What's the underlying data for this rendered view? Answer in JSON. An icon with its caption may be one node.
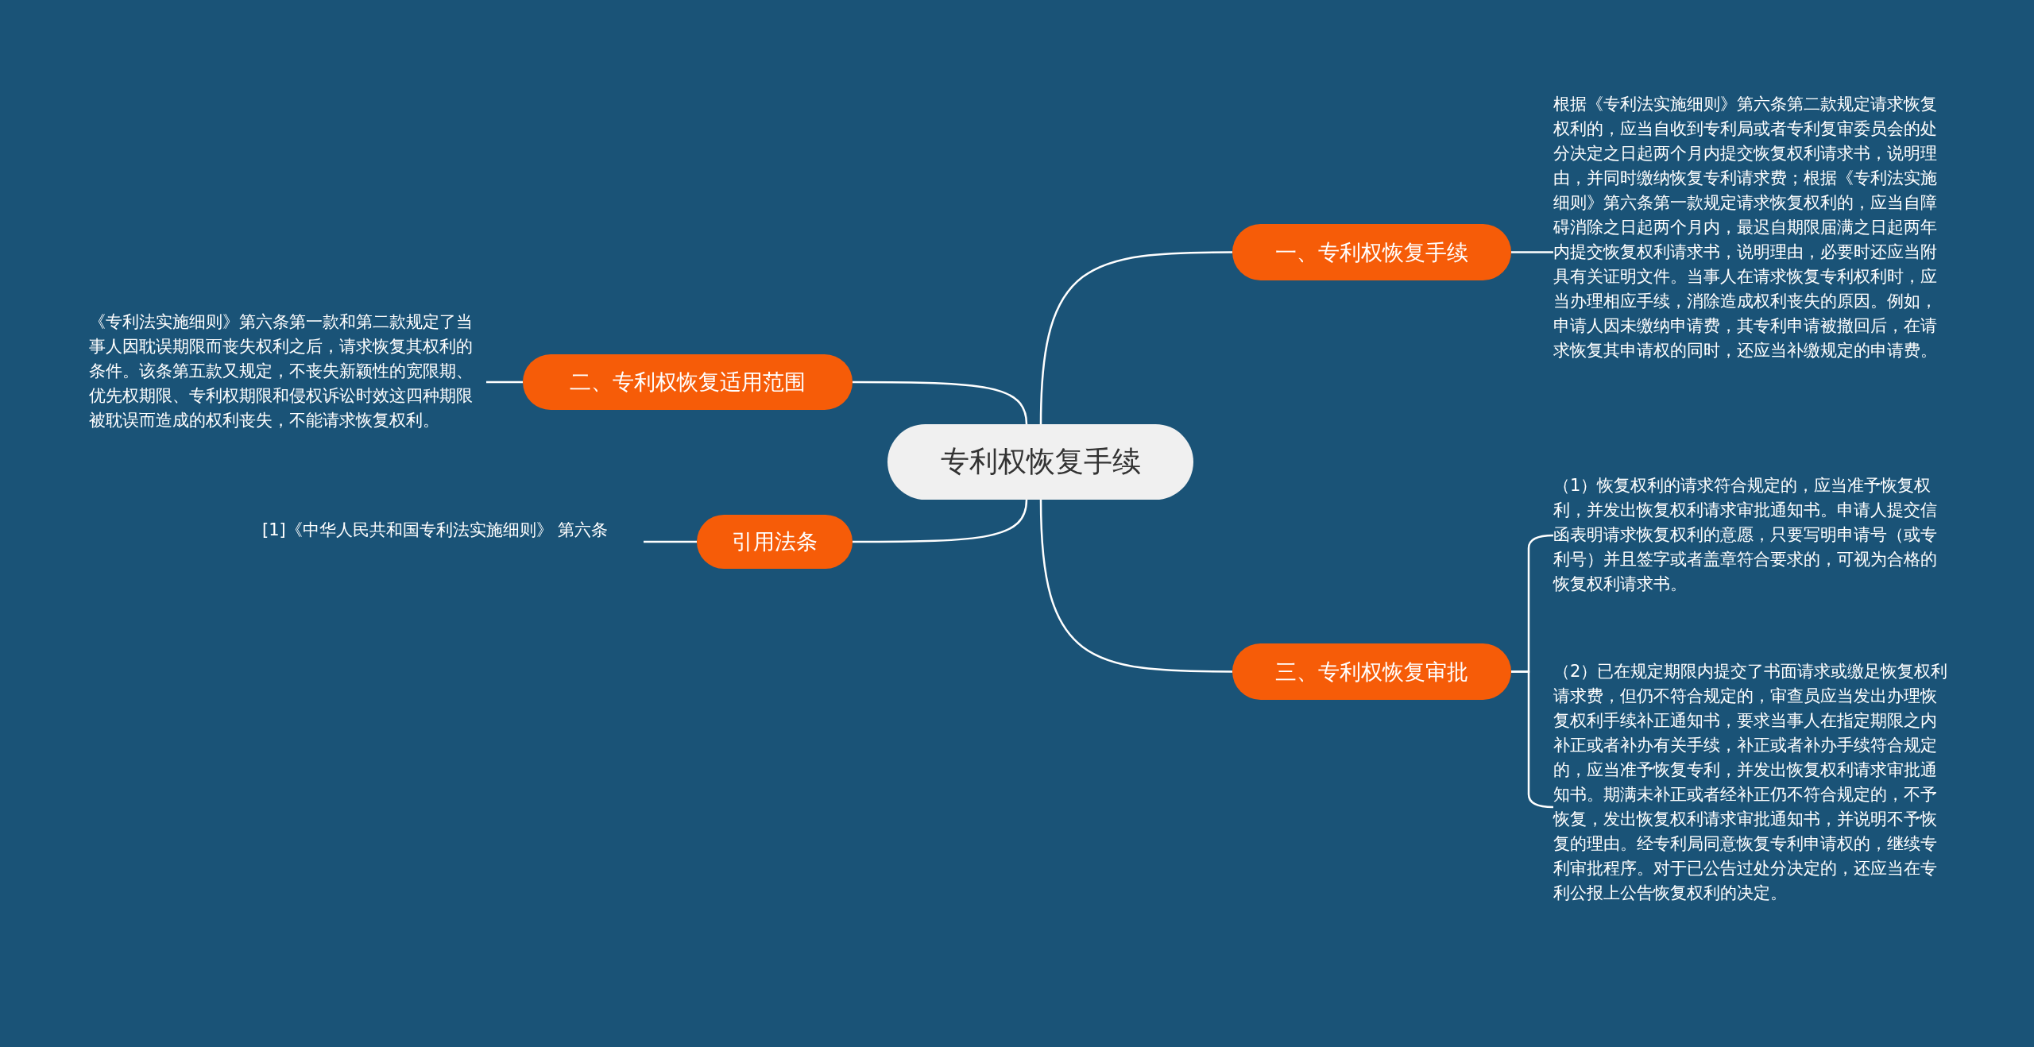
{
  "diagram": {
    "nodes": [
      {
        "text": [
          "专利权恢复手续"
        ]
      },
      {
        "text": [
          "一、专利权恢复手续"
        ]
      },
      {
        "text": [
          "根据《专利法实施细则》第六条第二款规定请求恢复权利的，应当自收到专利局或者专利复审委员会的处分决定之日起两个月内提交恢复权利请求书，说明理由，并同时缴纳恢复专利请求费；根据《专利法实施细则》第六条第一款规定请求恢复权利的，应当自障碍消除之日起两个月内，最迟自期限届满之日起两年内提交恢复权利请求书，说明理由，必要时还应当附具有关证明文件。当事人在请求恢复专利权利时，应当办理相应手续，消除造成权利丧失的原因。例如，申请人因未缴纳申请费，其专利申请被撤回后，在请求恢复其申请权的同时，还应当补缴规定的申请费。"
        ]
      },
      {
        "text": [
          "二、专利权恢复适用范围"
        ]
      },
      {
        "text": [
          "《专利法实施细则》第六条第一款和第二款规定了当事人因耽误期限而丧失权利之后，请求恢复其权利的条件。该条第五款又规定，不丧失新颖性的宽限期、优先权期限、专利权期限和侵权诉讼时效这四种期限被耽误而造成的权利丧失，不能请求恢复权利。"
        ]
      },
      {
        "text": [
          "引用法条"
        ]
      },
      {
        "text": [
          "[1]《中华人民共和国专利法实施细则》 第六条"
        ]
      },
      {
        "text": [
          "三、专利权恢复审批"
        ]
      },
      {
        "text": [
          "（1）恢复权利的请求符合规定的，应当准予恢复权利，并发出恢复权利请求审批通知书。申请人提交信函表明请求恢复权利的意愿，只要写明申请号（或专利号）并且签字或者盖章符合要求的，可视为合格的恢复权利请求书。"
        ]
      },
      {
        "text": [
          "（2）已在规定期限内提交了书面请求或缴足恢复权利请求费，但仍不符合规定的，审查员应当发出办理恢复权利手续补正通知书，要求当事人在指定期限之内补正或者补办有关手续，补正或者补办手续符合规定的，应当准予恢复专利，并发出恢复权利请求审批通知书。期满未补正或者经补正仍不符合规定的，不予恢复，发出恢复权利请求审批通知书，并说明不予恢复的理由。经专利局同意恢复专利申请权的，继续专利审批程序。对于已公告过处分决定的，还应当在专利公报上公告恢复权利的决定。"
        ]
      }
    ],
    "edges": [
      {
        "from": 0,
        "to": 1,
        "arrow": "none"
      },
      {
        "from": 1,
        "to": 2,
        "arrow": "none"
      },
      {
        "from": 0,
        "to": 3,
        "arrow": "none"
      },
      {
        "from": 3,
        "to": 4,
        "arrow": "none"
      },
      {
        "from": 0,
        "to": 5,
        "arrow": "none"
      },
      {
        "from": 5,
        "to": 6,
        "arrow": "none"
      },
      {
        "from": 0,
        "to": 7,
        "arrow": "none"
      },
      {
        "from": 7,
        "to": 8,
        "arrow": "none"
      },
      {
        "from": 7,
        "to": 9,
        "arrow": "none"
      }
    ]
  }
}
